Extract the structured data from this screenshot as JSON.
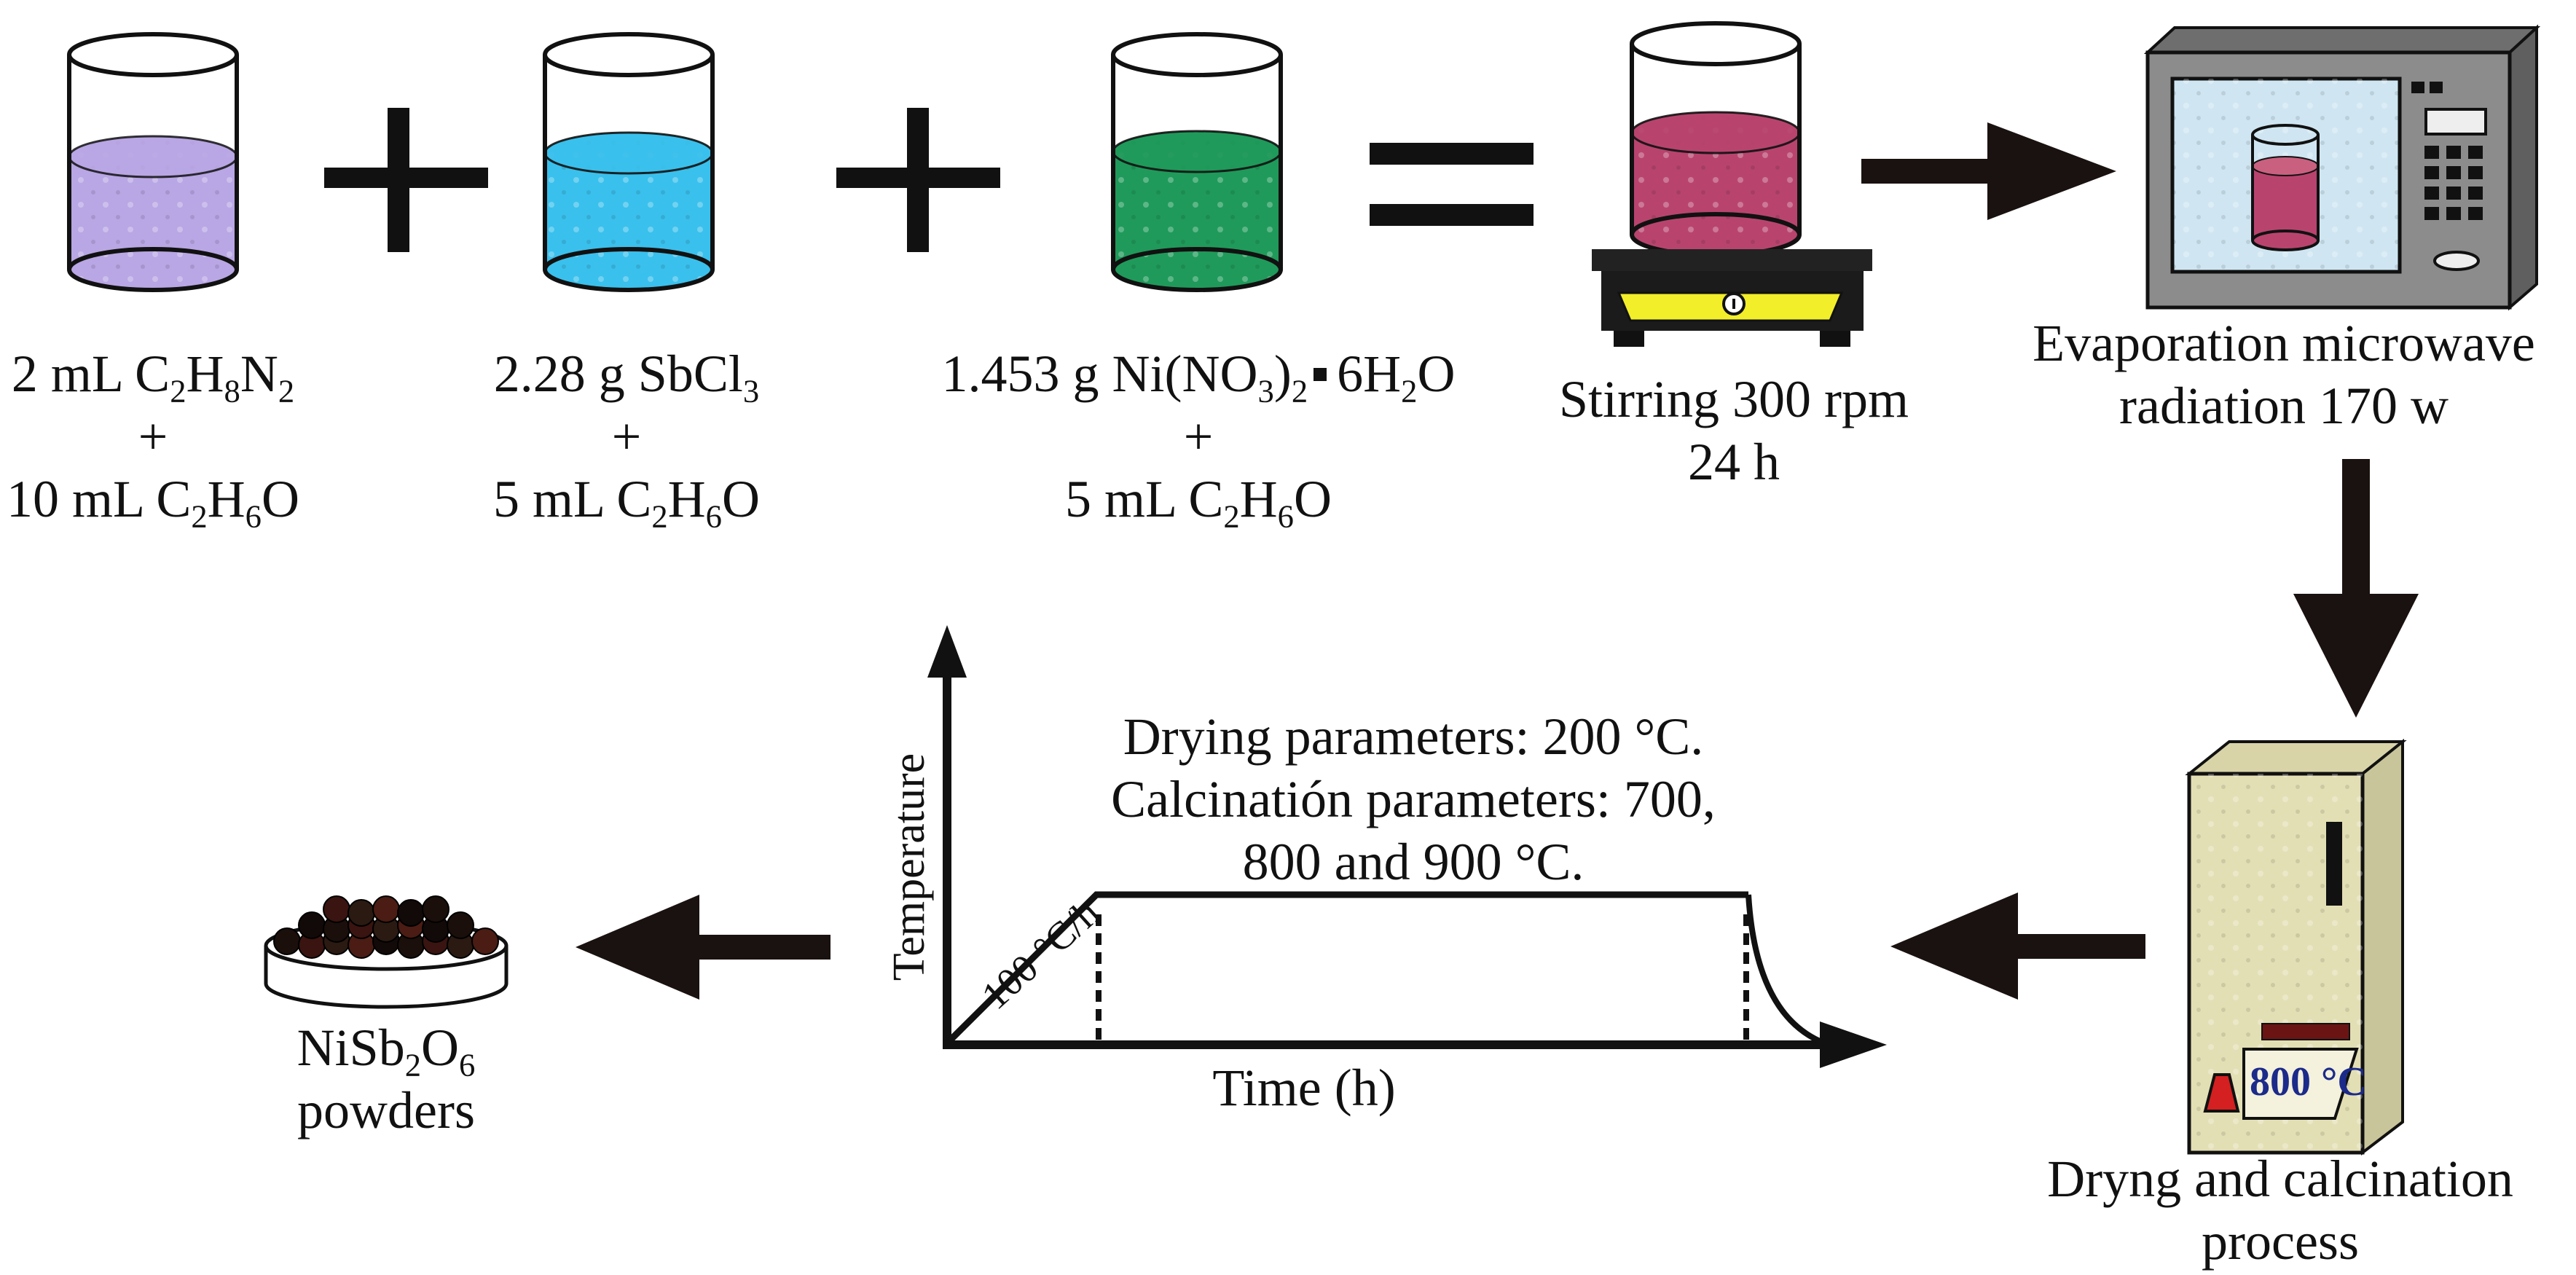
{
  "beakers": [
    {
      "line1": {
        "a": "2 mL C",
        "s1": "2",
        "b": "H",
        "s2": "8",
        "c": "N",
        "s3": "2"
      },
      "plus": "+",
      "line2": {
        "a": "10 mL C",
        "s1": "2",
        "b": "H",
        "s2": "6",
        "c": "O"
      },
      "liquid_color": "#b9a6e4"
    },
    {
      "line1": {
        "a": "2.28 g SbCl",
        "s1": "3"
      },
      "plus": "+",
      "line2": {
        "a": "5 mL C",
        "s1": "2",
        "b": "H",
        "s2": "6",
        "c": "O"
      },
      "liquid_color": "#3ac0ec"
    },
    {
      "line1": {
        "a": "1.453 g Ni(NO",
        "s1": "3",
        "b": ")",
        "s2": "2",
        "c": "6H",
        "s3": "2",
        "d": "O"
      },
      "plus": "+",
      "line2": {
        "a": "5 mL C",
        "s1": "2",
        "b": "H",
        "s2": "6",
        "c": "O"
      },
      "liquid_color": "#1f9a5a"
    }
  ],
  "stirring": {
    "line1": "Stirring 300 rpm",
    "line2": "24 h",
    "liquid_color": "#b8446e"
  },
  "microwave": {
    "line1": "Evaporation microwave",
    "line2": "radiation 170 w"
  },
  "furnace": {
    "display": "800 °C",
    "line1": "Dryng and calcination",
    "line2": "process"
  },
  "graph": {
    "ylabel": "Temperature",
    "xlabel": "Time (h)",
    "ramp": "100 °C/h",
    "note1": "Drying parameters: 200 °C.",
    "note2": "Calcinatión parameters: 700,",
    "note3": "800 and 900 °C."
  },
  "product": {
    "formula": {
      "a": "NiSb",
      "s1": "2",
      "b": "O",
      "s2": "6"
    },
    "line2": "powders"
  },
  "colors": {
    "outline": "#111111",
    "arrow": "#1a1210",
    "magnet_plate": "#f2ee2a",
    "furnace_body": "#e3dfb4",
    "furnace_lamp": "#d42020",
    "furnace_tray": "#6b1414",
    "furnace_text": "#1c2a8a",
    "microwave_body": "#8c8c8c",
    "microwave_window": "#cfe6f2"
  }
}
